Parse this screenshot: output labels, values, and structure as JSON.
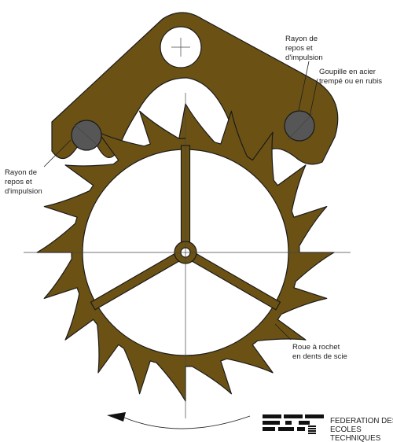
{
  "colors": {
    "part_fill": "#6b5214",
    "outline": "#1a1a1a",
    "pin_fill": "#565656",
    "background": "#ffffff"
  },
  "wheel": {
    "teeth_count": 20,
    "spokes_count": 3
  },
  "labels": {
    "pin_radius_right": [
      "Rayon de",
      "repos et",
      "d'impulsion"
    ],
    "pin_material": [
      "Goupille en acier",
      "trempé ou en rubis"
    ],
    "pin_radius_left": [
      "Rayon de",
      "repos et",
      "d'impulsion"
    ],
    "wheel_type": [
      "Roue à rochet",
      "en dents de scie"
    ]
  },
  "logo": {
    "lines": [
      "FEDERATION DES",
      "ECOLES",
      "TECHNIQUES"
    ]
  },
  "rotation_arrow": {
    "direction": "counter-clockwise"
  }
}
